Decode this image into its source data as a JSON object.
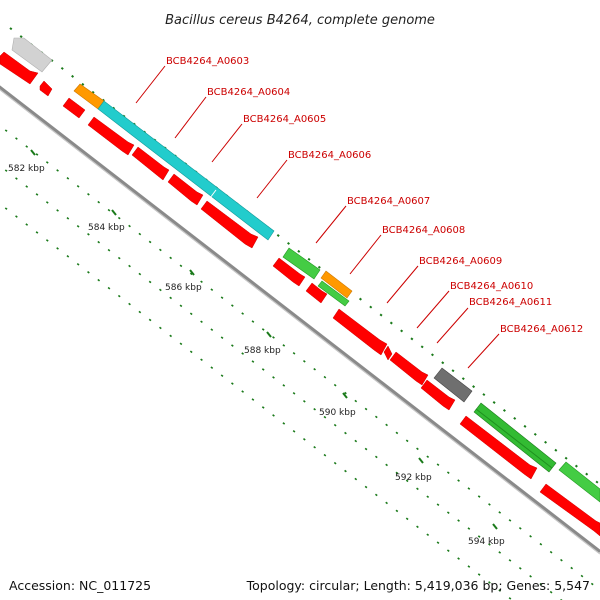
{
  "title": "Bacillus cereus B4264, complete genome",
  "accession": "Accession: NC_011725",
  "topology": "Topology: circular; Length: 5,419,036 bp; Genes: 5,547",
  "kbp_labels": [
    "582 kbp",
    "584 kbp",
    "586 kbp",
    "588 kbp",
    "590 kbp",
    "592 kbp",
    "594 kbp"
  ],
  "gene_labels": [
    "BCB4264_A0603",
    "BCB4264_A0604",
    "BCB4264_A0605",
    "BCB4264_A0606",
    "BCB4264_A0607",
    "BCB4264_A0608",
    "BCB4264_A0609",
    "BCB4264_A0610",
    "BCB4264_A0611",
    "BCB4264_A0612"
  ],
  "colors": {
    "cds": "#ff0000",
    "backbone": "#999999",
    "tick": "#1a7a1a",
    "label": "#cc0000",
    "cyan": "#22cccc",
    "orange": "#ff9900",
    "green": "#33bb33",
    "gray": "#777777",
    "lightgray": "#cccccc"
  }
}
